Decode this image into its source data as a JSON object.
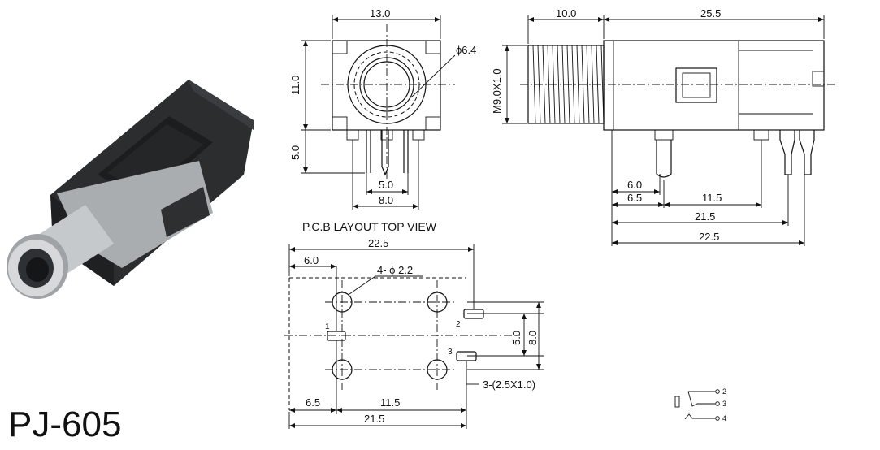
{
  "product": {
    "model": "PJ-605"
  },
  "front_view": {
    "width": "13.0",
    "height": "11.0",
    "pin_length": "5.0",
    "hole_dia": "ϕ6.4",
    "pin_pitch_inner": "5.0",
    "pin_pitch_outer": "8.0"
  },
  "side_view": {
    "thread_length": "10.0",
    "body_length": "25.5",
    "thread_spec": "M9.0X1.0",
    "dims": [
      "6.0",
      "6.5",
      "11.5",
      "21.5",
      "22.5"
    ]
  },
  "pcb_layout": {
    "title": "P.C.B LAYOUT TOP VIEW",
    "overall_width": "22.5",
    "offset": "6.0",
    "mount_holes": "4- ϕ 2.2",
    "pin_labels": [
      "1",
      "2",
      "3"
    ],
    "pin_spacing_inner": "5.0",
    "pin_spacing_outer": "8.0",
    "bottom_dims": [
      "6.5",
      "11.5",
      "21.5"
    ],
    "pad_note": "3-(2.5X1.0)"
  },
  "schematic": {
    "pins": [
      "2",
      "3",
      "4"
    ]
  },
  "colors": {
    "ink": "#111111",
    "plastic": "#2a2c2e",
    "metal": "#b8bcbf"
  }
}
